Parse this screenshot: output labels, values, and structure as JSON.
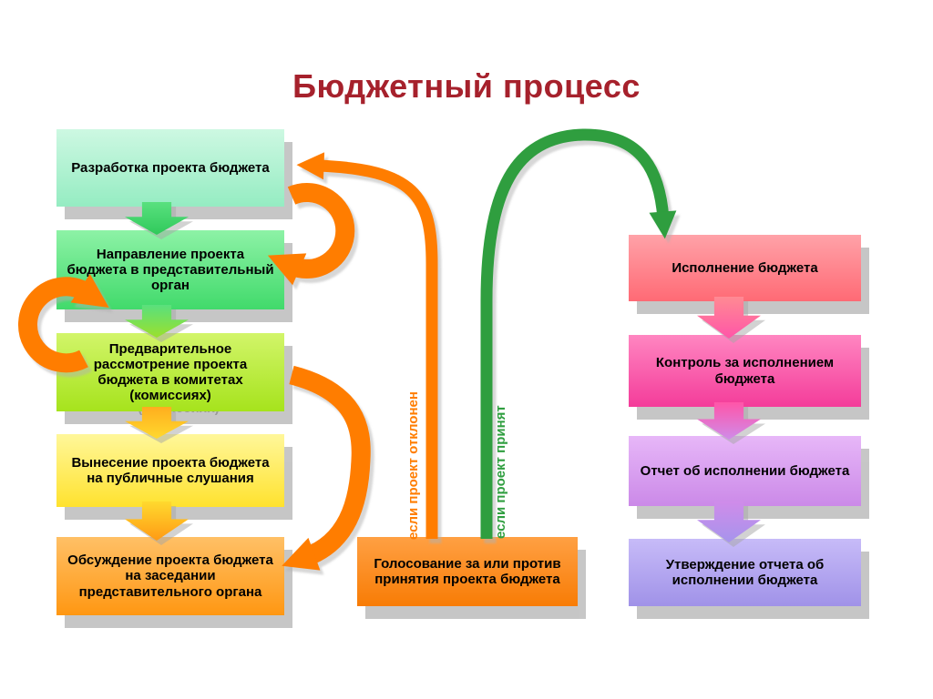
{
  "title": "Бюджетный процесс",
  "left_steps": [
    {
      "label": "Разработка проекта бюджета",
      "color": "#95ecc2"
    },
    {
      "label": "Направление проекта бюджета в представительный орган",
      "color": "#41da6b"
    },
    {
      "label": "Предварительное рассмотрение проекта бюджета в комитетах (комиссиях)",
      "color": "#a6e31c"
    },
    {
      "label": "Вынесение проекта бюджета на публичные слушания",
      "color": "#ffe22e"
    },
    {
      "label": "Обсуждение проекта бюджета на заседании представительного органа",
      "color": "#ff9712"
    }
  ],
  "vote_step": {
    "label": "Голосование за или против принятия проекта бюджета",
    "color": "#f87c05"
  },
  "right_steps": [
    {
      "label": "Исполнение бюджета",
      "color": "#ff6a75"
    },
    {
      "label": "Контроль за исполнением бюджета",
      "color": "#f43c9a"
    },
    {
      "label": "Отчет об исполнении бюджета",
      "color": "#cb89e8"
    },
    {
      "label": "Утверждение отчета об исполнении бюджета",
      "color": "#a092e8"
    }
  ],
  "branches": {
    "rejected_label": "если проект отклонен",
    "rejected_color": "#ff7d00",
    "accepted_label": "если проект принят",
    "accepted_color": "#2f9e3f"
  },
  "colors": {
    "title": "#a6212c",
    "background": "#ffffff",
    "cycle_arrows": "#ff7d00"
  }
}
